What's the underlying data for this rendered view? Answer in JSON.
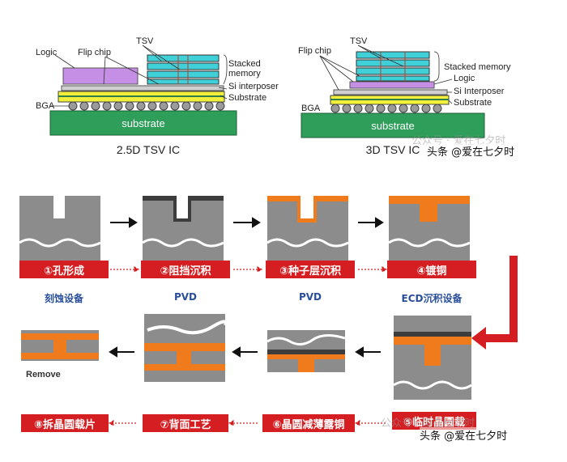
{
  "tsv_25d": {
    "labels": {
      "logic": "Logic",
      "flip_chip": "Flip chip",
      "tsv": "TSV",
      "stacked_memory": "Stacked\nmemory",
      "si_interposer": "Si interposer",
      "substrate_label": "Substrate",
      "bga": "BGA",
      "substrate_base": "substrate"
    },
    "caption": "2.5D TSV IC"
  },
  "tsv_3d": {
    "labels": {
      "flip_chip": "Flip chip",
      "tsv": "TSV",
      "stacked_memory": "Stacked memory",
      "logic": "Logic",
      "si_interposer": "Si Interposer",
      "substrate_label": "Substrate",
      "bga": "BGA",
      "substrate_base": "substrate"
    },
    "caption": "3D TSV IC"
  },
  "process": {
    "steps": [
      {
        "label": "①孔形成",
        "equipment": "刻蚀设备"
      },
      {
        "label": "②阻挡沉积",
        "equipment": "PVD"
      },
      {
        "label": "③种子层沉积",
        "equipment": "PVD"
      },
      {
        "label": "④镀铜",
        "equipment": "ECD沉积设备"
      },
      {
        "label": "⑤临时晶圆载",
        "equipment": ""
      },
      {
        "label": "⑥晶圆减薄露铜",
        "equipment": ""
      },
      {
        "label": "⑦背面工艺",
        "equipment": ""
      },
      {
        "label": "⑧拆晶圆载片",
        "equipment": ""
      }
    ],
    "remove_text": "Remove"
  },
  "watermarks": {
    "main": "头条 @爱在七夕时",
    "faded_top": "公众号 · 爱在七夕时",
    "faded_bottom": "公众号 · 爱在七夕时"
  },
  "colors": {
    "silicon": "#8c8c8c",
    "copper": "#f07b1c",
    "barrier": "#3d3d3d",
    "label_red": "#d51e21",
    "caption_blue": "#2a4f9a",
    "substrate_green": "#2e9e5a",
    "memory_cyan": "#3fd0d8",
    "logic_purple": "#c58fe6",
    "interposer_yellow": "#f2ef3a"
  }
}
